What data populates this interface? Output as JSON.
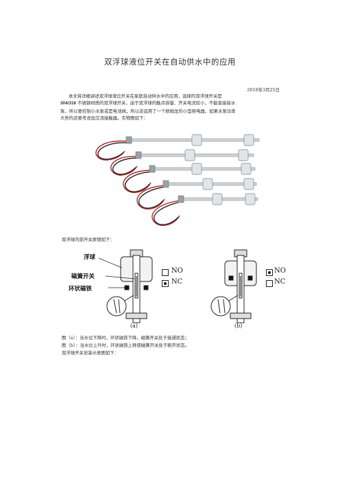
{
  "document": {
    "title": "双浮球液位开关在自动供水中的应用",
    "date": "2018年3月25日",
    "intro_lines": [
      "本文将详细讲述双浮球液位开关在家庭自动供水中的应用，选择的双浮球开关是",
      "不锈钢材质的双浮球开关，由于双浮球的触点容量、开关电流较小，不能直接接水",
      "泵，所以要控制小水泵或是电池阀，所以还选用了一个欧姆龙的小型继电器，如果水泵功率",
      "大些的还要考虑加交流接触器。实物图如下："
    ],
    "material_code": "304/316",
    "section_principle": "双浮球内部开关原理如下：",
    "diagram": {
      "label_float": "浮球",
      "label_reed": "磁簧开关",
      "label_magnet": "环状磁铁",
      "label_no": "NO",
      "label_nc": "NC",
      "caption_a": "(a)",
      "caption_b": "(b)"
    },
    "caption_a_text": "图（a）：当水位下降时，环状磁铁下降，磁簧开关处于接通状态；",
    "caption_b_text": "图（b）：当水位上升时，环状磁铁上移使磁簧开关处于断开状态。",
    "section_install": "双浮球开关安装示意图如下："
  }
}
